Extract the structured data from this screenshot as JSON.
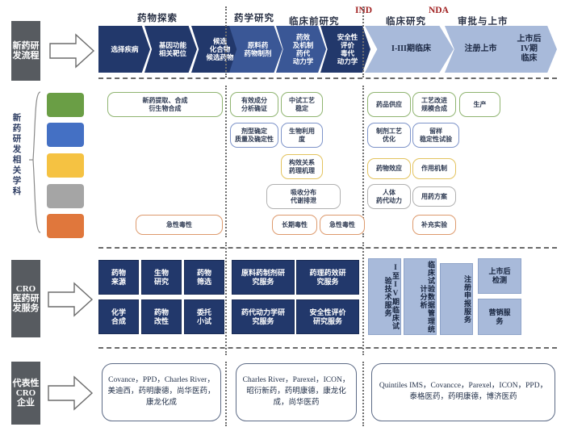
{
  "colors": {
    "row_label_bg": "#575b60",
    "chevron_dark": "#22386b",
    "chevron_mid": "#3a5796",
    "chevron_light": "#a8bada",
    "service_box": "#22386b",
    "service_box_pale": "#a8bada",
    "milestone_text": "#a12222",
    "discipline_green": "#6a9e45",
    "discipline_blue": "#4470c4",
    "discipline_yellow": "#f5c242",
    "discipline_gray": "#a5a5a5",
    "discipline_orange": "#e0773c"
  },
  "rows": {
    "process": {
      "label": "新药研发流程"
    },
    "disciplines": {
      "label": "新药研发相关学科"
    },
    "cro_services": {
      "label": "CRO医药研发服务"
    },
    "cro_companies": {
      "label": "代表性CRO企业"
    }
  },
  "stage_captions": [
    {
      "text": "药物探索"
    },
    {
      "text": "药学研究"
    },
    {
      "text": "临床前研究"
    },
    {
      "text": "临床研究"
    },
    {
      "text": "审批与上市"
    }
  ],
  "milestones": [
    {
      "text": "IND"
    },
    {
      "text": "NDA"
    }
  ],
  "chevrons": [
    {
      "text": "选择疾病",
      "tone": "dark"
    },
    {
      "text": "基因功能\n相关靶位",
      "tone": "dark"
    },
    {
      "text": "候选\n化合物\n候选药物",
      "tone": "dark"
    },
    {
      "text": "原料药\n药物制剂",
      "tone": "mid"
    },
    {
      "text": "药效\n及机制\n药代\n动力学",
      "tone": "mid"
    },
    {
      "text": "安全性\n评价\n毒代\n动力学",
      "tone": "dark"
    },
    {
      "text": "I-III期临床",
      "tone": "light"
    },
    {
      "text": "注册上市",
      "tone": "light"
    },
    {
      "text": "上市后\nIV期\n临床",
      "tone": "light"
    }
  ],
  "disciplines": {
    "swatches": [
      {
        "name": "green",
        "color": "#6a9e45"
      },
      {
        "name": "blue",
        "color": "#4470c4"
      },
      {
        "name": "yellow",
        "color": "#f5c242"
      },
      {
        "name": "gray",
        "color": "#a5a5a5"
      },
      {
        "name": "orange",
        "color": "#e0773c"
      }
    ],
    "pills": [
      {
        "text": "新药提取、合成\n衍生物合成",
        "color": "#8fb470"
      },
      {
        "text": "有效成分\n分析确证",
        "color": "#8fb470"
      },
      {
        "text": "中试工艺\n稳定",
        "color": "#8fb470"
      },
      {
        "text": "药品供应",
        "color": "#8fb470"
      },
      {
        "text": "工艺改进\n规模合成",
        "color": "#8fb470"
      },
      {
        "text": "生产",
        "color": "#8fb470"
      },
      {
        "text": "剂型确定\n质量及确定性",
        "color": "#7e94c9"
      },
      {
        "text": "生物利用\n度",
        "color": "#7e94c9"
      },
      {
        "text": "制剂工艺\n优化",
        "color": "#7e94c9"
      },
      {
        "text": "留样\n稳定性试验",
        "color": "#7e94c9"
      },
      {
        "text": "构效关系\n药理机理",
        "color": "#e3c35e"
      },
      {
        "text": "药物效应",
        "color": "#e3c35e"
      },
      {
        "text": "作用机制",
        "color": "#e3c35e"
      },
      {
        "text": "吸收分布\n代谢排泄",
        "color": "#b0b0b0"
      },
      {
        "text": "人体\n药代动力",
        "color": "#b0b0b0"
      },
      {
        "text": "用药方案",
        "color": "#b0b0b0"
      },
      {
        "text": "急性毒性",
        "color": "#dd9a6d"
      },
      {
        "text": "长期毒性",
        "color": "#dd9a6d"
      },
      {
        "text": "急性毒性",
        "color": "#dd9a6d"
      },
      {
        "text": "补充实验",
        "color": "#dd9a6d"
      }
    ]
  },
  "cro_services": [
    {
      "text": "药物\n来源",
      "tone": "dark"
    },
    {
      "text": "生物\n研究",
      "tone": "dark"
    },
    {
      "text": "药物\n筛选",
      "tone": "dark"
    },
    {
      "text": "化学\n合成",
      "tone": "dark"
    },
    {
      "text": "药物\n改性",
      "tone": "dark"
    },
    {
      "text": "委托\n小试",
      "tone": "dark"
    },
    {
      "text": "原料药制剂研\n究服务",
      "tone": "dark"
    },
    {
      "text": "药理药效研\n究服务",
      "tone": "dark"
    },
    {
      "text": "药代动力学研\n究服务",
      "tone": "dark"
    },
    {
      "text": "安全性评价\n研究服务",
      "tone": "dark"
    },
    {
      "text": "I至IV期临床试验技术服务",
      "tone": "pale"
    },
    {
      "text": "临床试验数据管理统计分析",
      "tone": "pale"
    },
    {
      "text": "注册申报服务",
      "tone": "pale"
    },
    {
      "text": "上市后\n检测",
      "tone": "pale"
    },
    {
      "text": "营销服\n务",
      "tone": "pale"
    }
  ],
  "cro_companies": [
    {
      "text": "Covance，PPD，Charles River，美迪西，药明康德，尚华医药，康龙化成"
    },
    {
      "text": "Charles River，Parexel，ICON，昭衍新药，药明康德，康龙化成，尚华医药"
    },
    {
      "text": "Quintiles IMS，Covancce，Parexel，ICON，PPD，泰格医药，药明康德，博济医药"
    }
  ]
}
